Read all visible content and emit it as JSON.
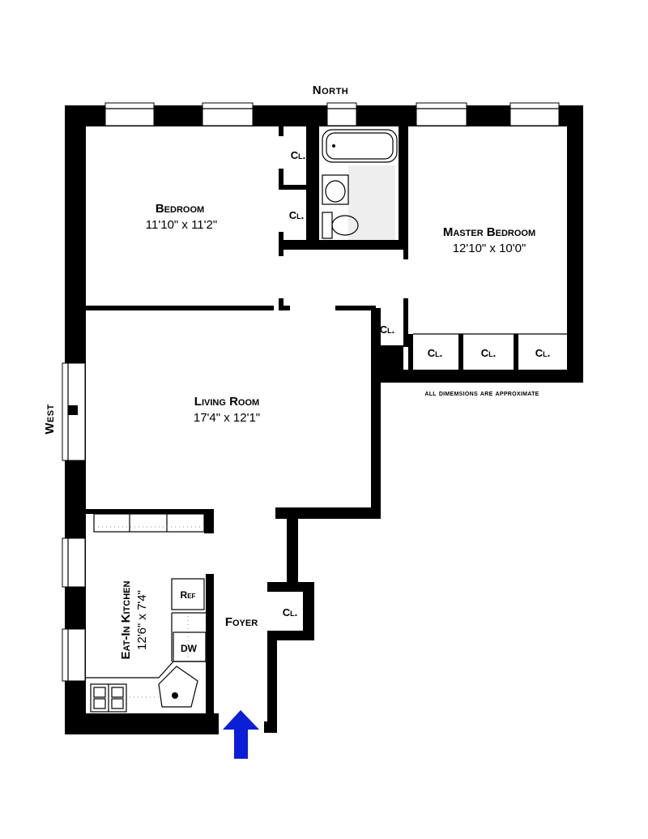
{
  "compass": {
    "north": "North",
    "west": "West"
  },
  "note": "All dimemsions are approximate",
  "colors": {
    "wall": "#000000",
    "entry_arrow": "#0a1fd6"
  },
  "rooms": {
    "bedroom": {
      "name": "Bedroom",
      "dims": "11'10\"  x 11'2\""
    },
    "master_bedroom": {
      "name": "Master Bedroom",
      "dims": "12'10\"  x 10'0\""
    },
    "living_room": {
      "name": "Living Room",
      "dims": "17'4\"  x 12'1\""
    },
    "kitchen": {
      "name": "Eat-In Kitchen",
      "dims": "12'6\"  x 7'4\""
    },
    "foyer": {
      "name": "Foyer"
    }
  },
  "closets": {
    "bedroom_closet_1": "Cl.",
    "bedroom_closet_2": "Cl.",
    "hall_closet": "Cl.",
    "master_closet_1": "Cl.",
    "master_closet_2": "Cl.",
    "master_closet_3": "Cl.",
    "foyer_closet": "Cl."
  },
  "appliances": {
    "refrigerator": "Ref",
    "dishwasher": "DW"
  }
}
